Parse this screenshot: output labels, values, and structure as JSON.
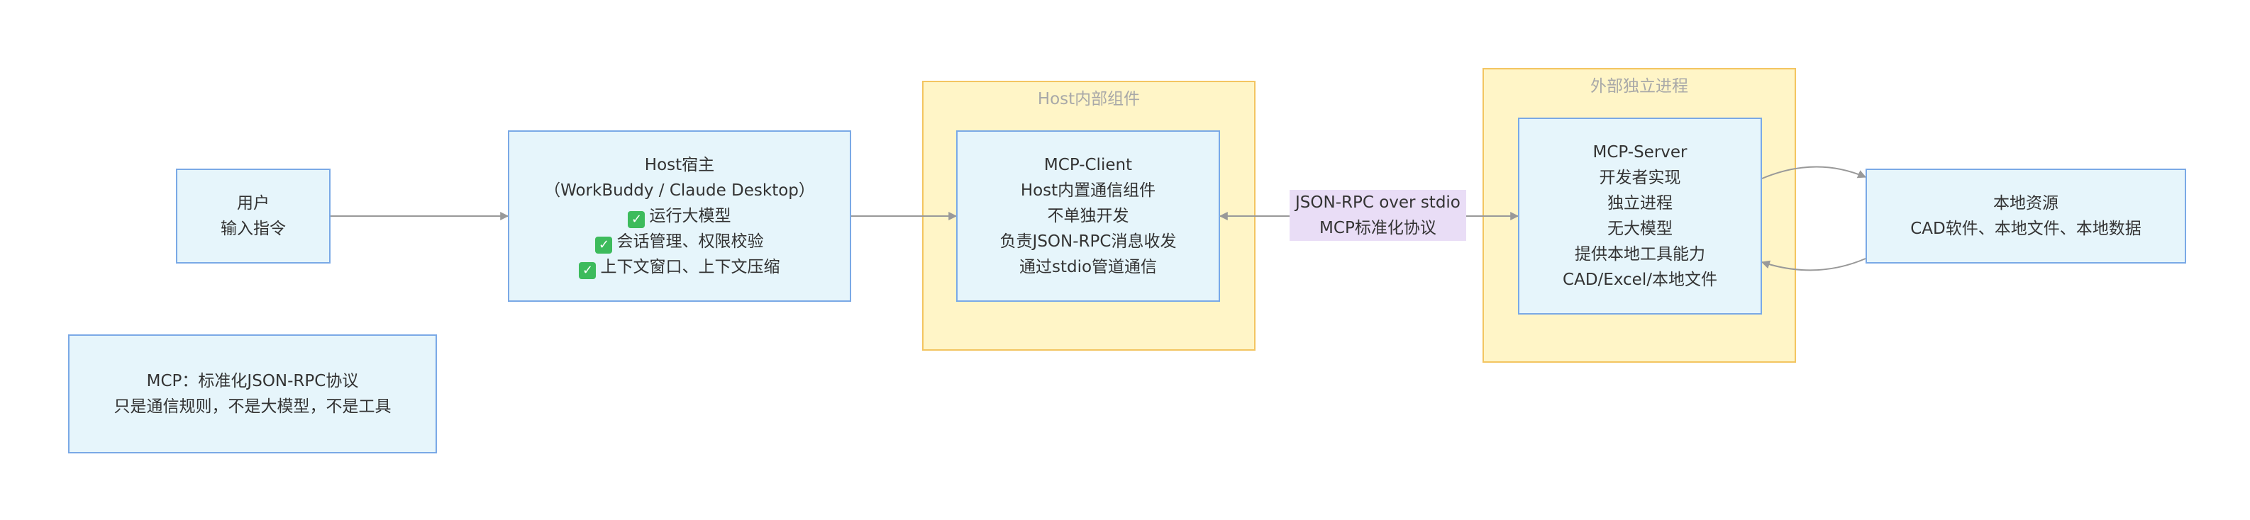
{
  "nodes": {
    "user": {
      "lines": [
        "用户",
        "输入指令"
      ]
    },
    "host": {
      "lines": [
        "Host宿主",
        "（WorkBuddy / Claude Desktop）"
      ],
      "checklist": [
        "运行大模型",
        "会话管理、权限校验",
        "上下文窗口、上下文压缩"
      ]
    },
    "mcp_client": {
      "lines": [
        "MCP-Client",
        "Host内置通信组件",
        "不单独开发",
        "负责JSON-RPC消息收发",
        "通过stdio管道通信"
      ]
    },
    "mcp_server": {
      "lines": [
        "MCP-Server",
        "开发者实现",
        "独立进程",
        "无大模型",
        "提供本地工具能力",
        "CAD/Excel/本地文件"
      ]
    },
    "local_resources": {
      "lines": [
        "本地资源",
        "CAD软件、本地文件、本地数据"
      ]
    },
    "mcp_note": {
      "lines": [
        "MCP：标准化JSON-RPC协议",
        "只是通信规则，不是大模型，不是工具"
      ]
    }
  },
  "groups": {
    "host_internal": {
      "title": "Host内部组件"
    },
    "external_process": {
      "title": "外部独立进程"
    }
  },
  "edge_labels": {
    "client_server": [
      "JSON-RPC over stdio",
      "MCP标准化协议"
    ]
  },
  "icons": {
    "check": "white-check-mark-icon",
    "check_glyph": "✓"
  },
  "colors": {
    "node_fill": "#e6f5fb",
    "node_border": "#7aa9e6",
    "group_fill": "#fff5c7",
    "group_border": "#f3c561",
    "edge": "#999999",
    "edge_label_bg": "#e9ddf6",
    "check_green": "#3dbb5c"
  }
}
